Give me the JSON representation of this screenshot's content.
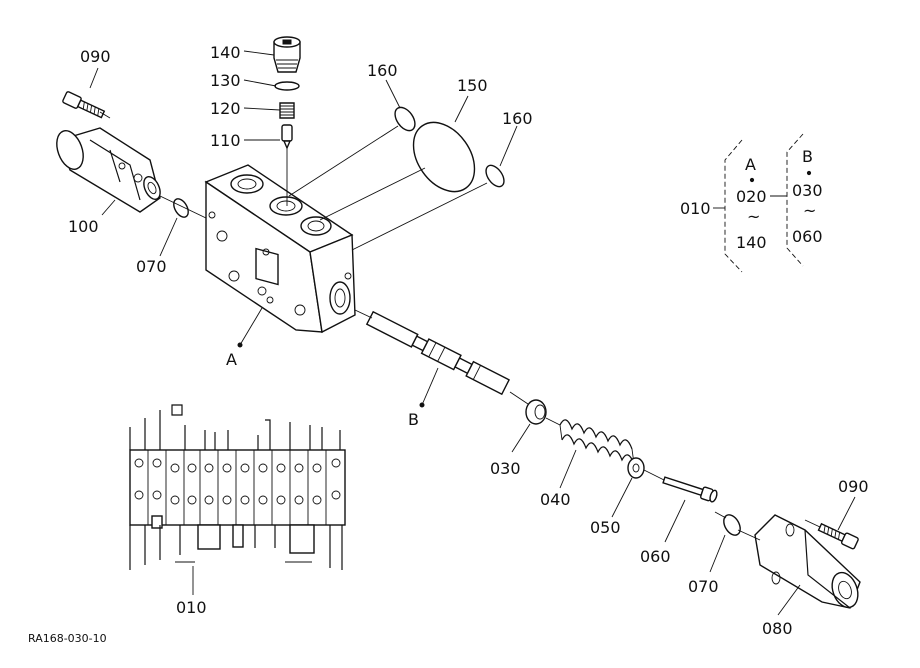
{
  "drawing_id": "RA168-030-10",
  "labels": {
    "p090_top": "090",
    "p140": "140",
    "p130": "130",
    "p120": "120",
    "p110": "110",
    "p100": "100",
    "p070_left": "070",
    "p160_left": "160",
    "p150": "150",
    "p160_right": "160",
    "pA": "A",
    "pB": "B",
    "p030": "030",
    "p040": "040",
    "p050": "050",
    "p060": "060",
    "p070_right": "070",
    "p080": "080",
    "p090_right": "090",
    "p010_bottom": "010"
  },
  "legend": {
    "main": "010",
    "group_a": {
      "head": "A",
      "from": "020",
      "tilde": "~",
      "to": "140"
    },
    "group_b": {
      "head": "B",
      "from": "030",
      "tilde": "~",
      "to": "060"
    }
  }
}
